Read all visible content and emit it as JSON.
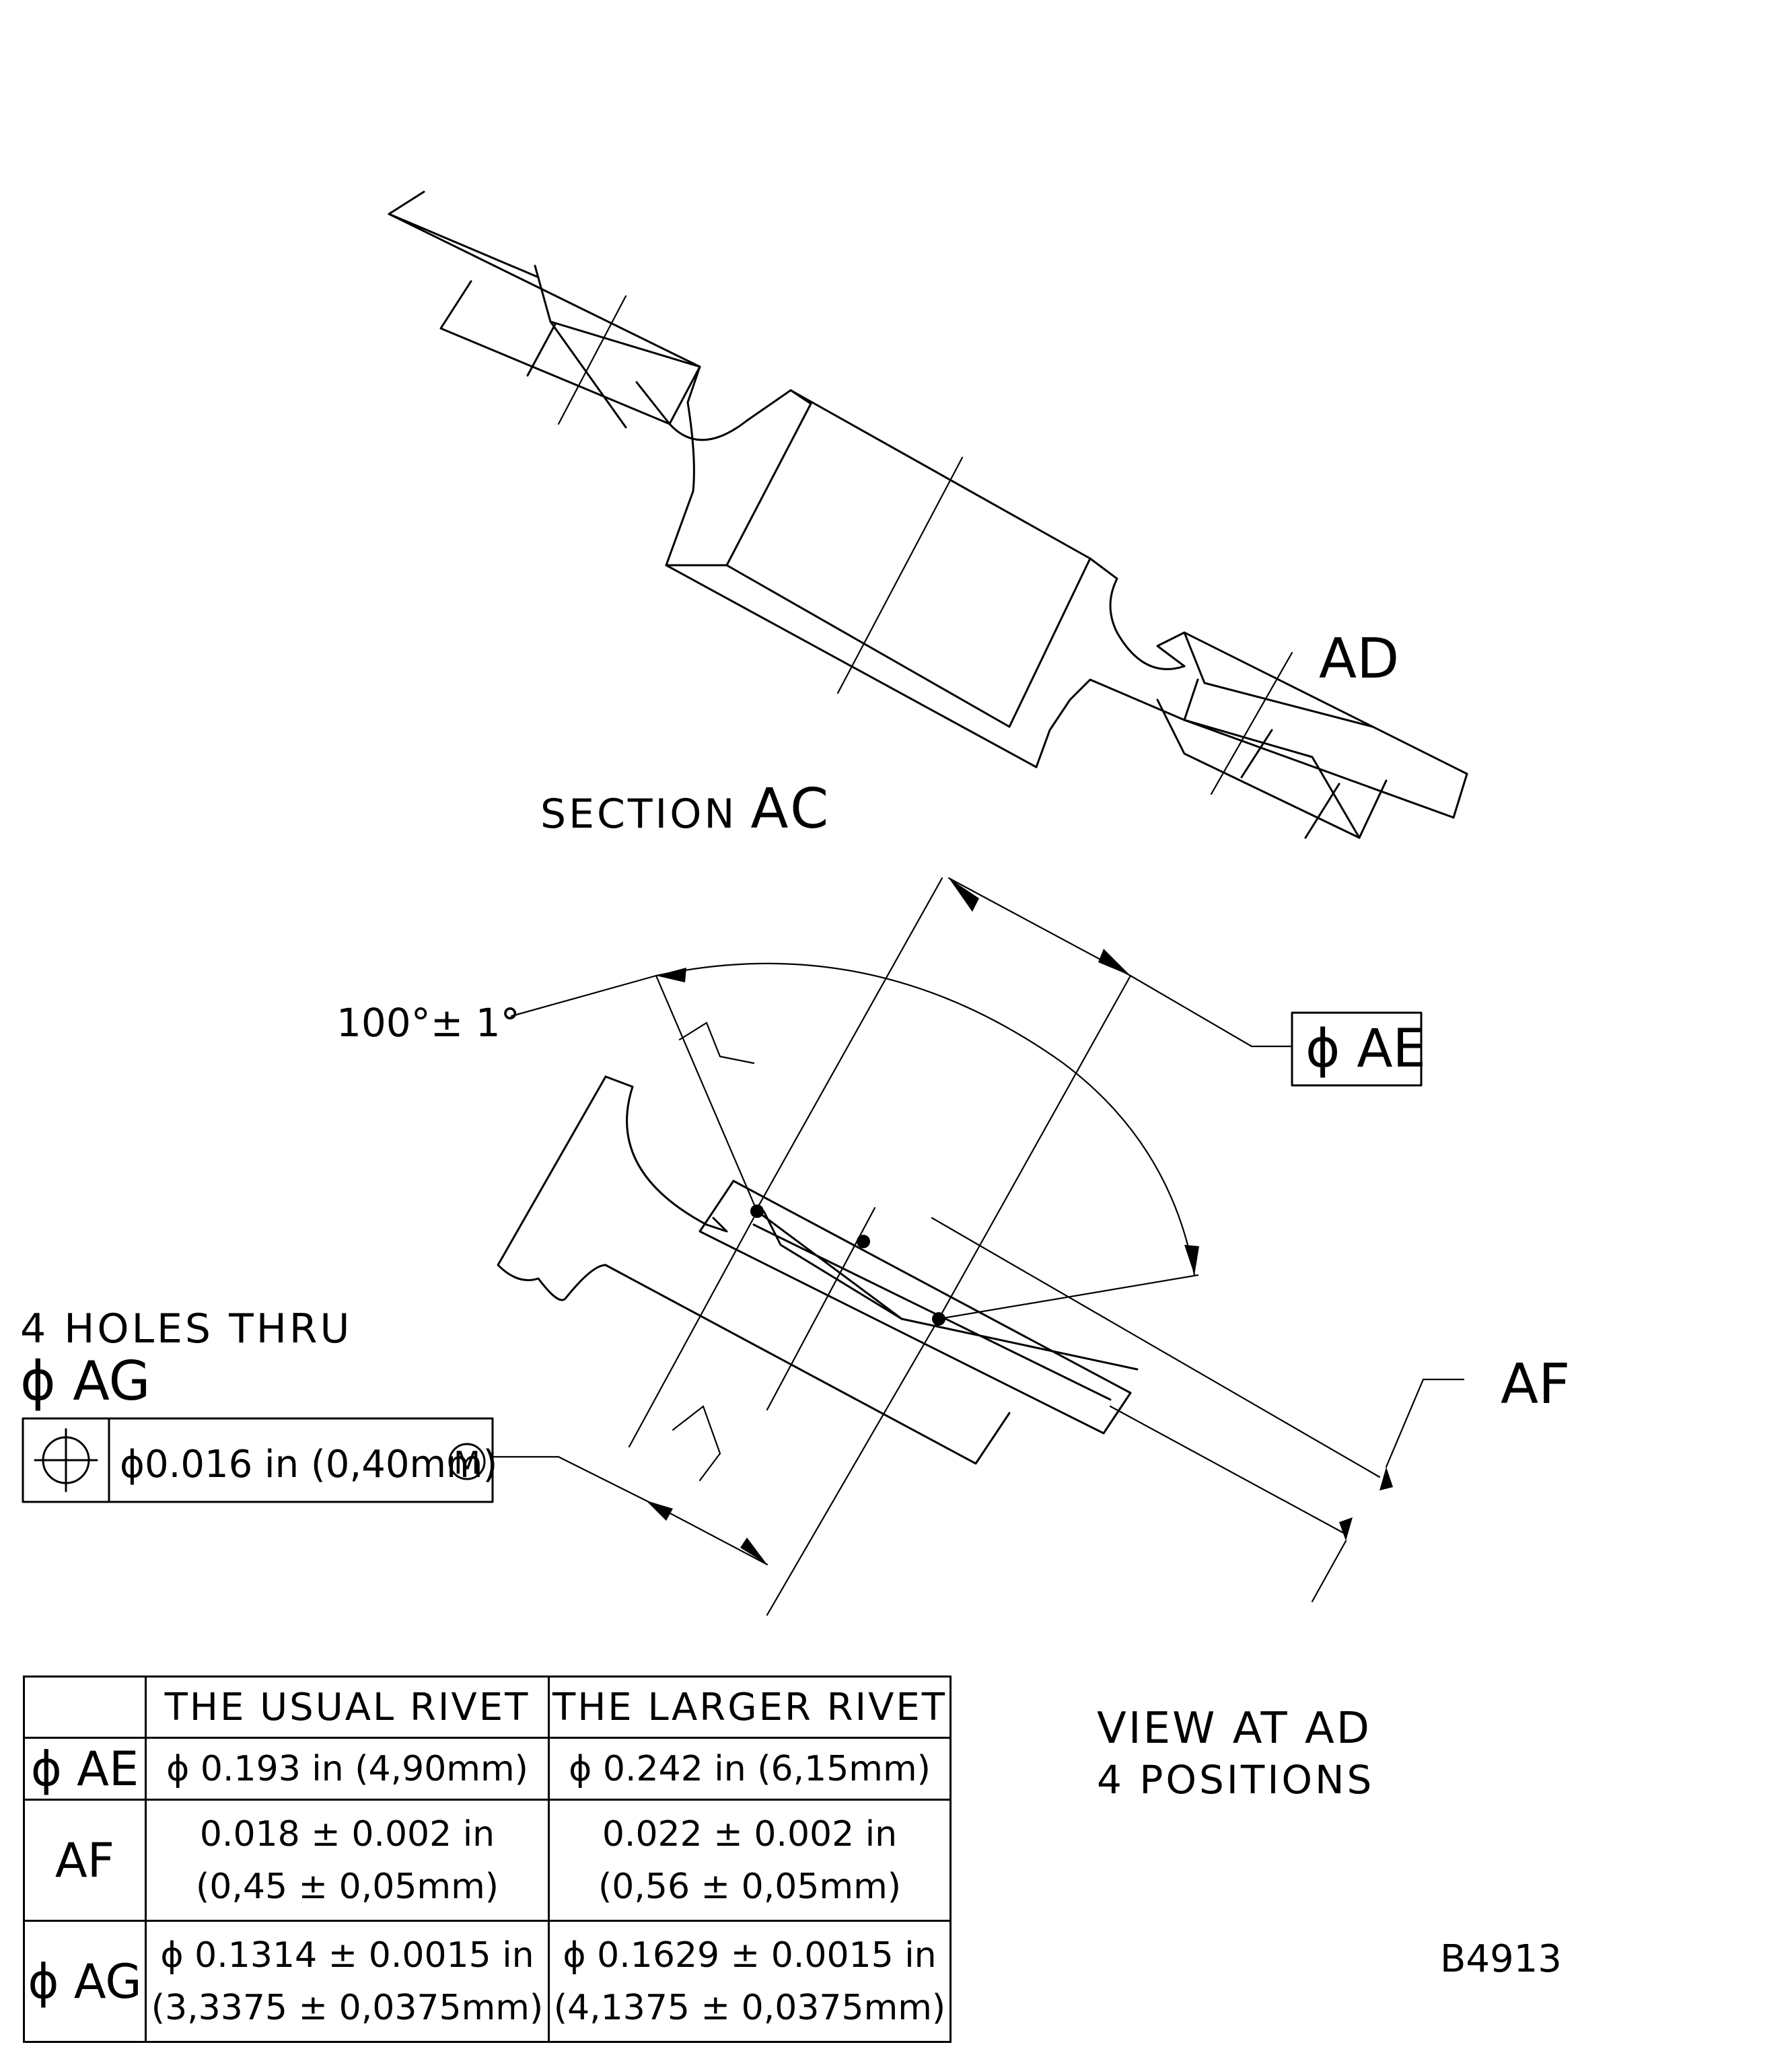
{
  "section_label": {
    "prefix": "SECTION",
    "letter": "AC"
  },
  "view_point_label": "AD",
  "angle_label": "100°± 1°",
  "dim_ae_box": "ϕ AE",
  "dim_af_label": "AF",
  "holes": {
    "line1": "4 HOLES THRU",
    "line2": "ϕ AG"
  },
  "feature_control_frame": {
    "symbol": "position-symbol",
    "tolerance": "ϕ0.016 in (0,40mm)",
    "modifier": "M"
  },
  "view_label": {
    "line1": "VIEW AT AD",
    "line2": "4 POSITIONS"
  },
  "figure_code": "B4913",
  "table": {
    "headers": [
      "",
      "THE USUAL RIVET",
      "THE LARGER RIVET"
    ],
    "rows": [
      {
        "label": "ϕ AE",
        "usual": [
          "ϕ 0.193 in (4,90mm)"
        ],
        "larger": [
          "ϕ 0.242 in (6,15mm)"
        ]
      },
      {
        "label": "AF",
        "usual": [
          "0.018 ± 0.002 in",
          "(0,45 ± 0,05mm)"
        ],
        "larger": [
          "0.022 ± 0.002 in",
          "(0,56 ± 0,05mm)"
        ]
      },
      {
        "label": "ϕ AG",
        "usual": [
          "ϕ 0.1314 ± 0.0015 in",
          "(3,3375 ± 0,0375mm)"
        ],
        "larger": [
          "ϕ 0.1629 ± 0.0015 in",
          "(4,1375 ± 0,0375mm)"
        ]
      }
    ]
  }
}
